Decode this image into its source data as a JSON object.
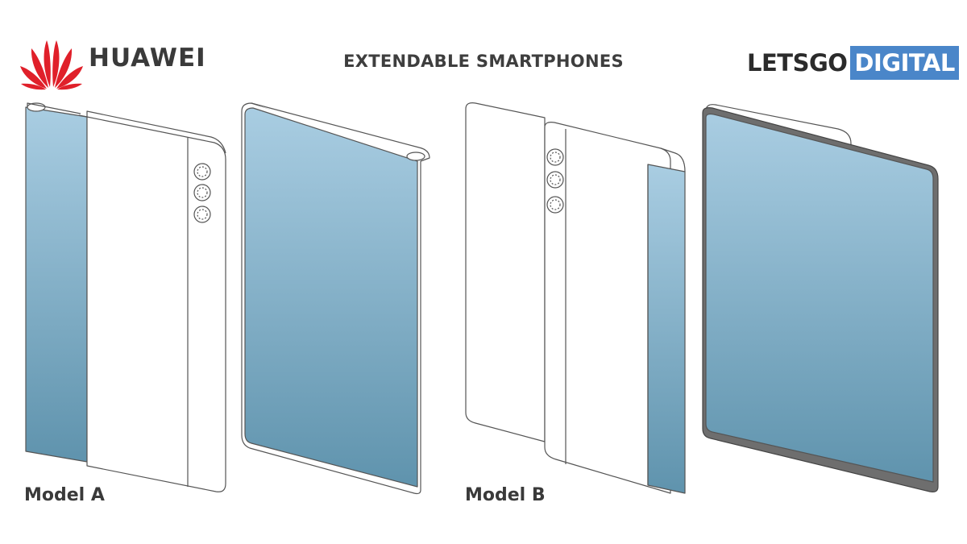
{
  "brand": {
    "name": "HUAWEI",
    "color": "#e0202a"
  },
  "headline": "EXTENDABLE SMARTPHONES",
  "source_logo": {
    "left": "LETSGO",
    "right": "DIGITAL",
    "accent": "#4a86c9"
  },
  "captions": {
    "model_a": "Model A",
    "model_b": "Model B"
  },
  "screen_gradient": {
    "top": "#a9cde2",
    "bottom": "#5f93ad"
  },
  "icons": [
    "camera-lens-icon"
  ]
}
